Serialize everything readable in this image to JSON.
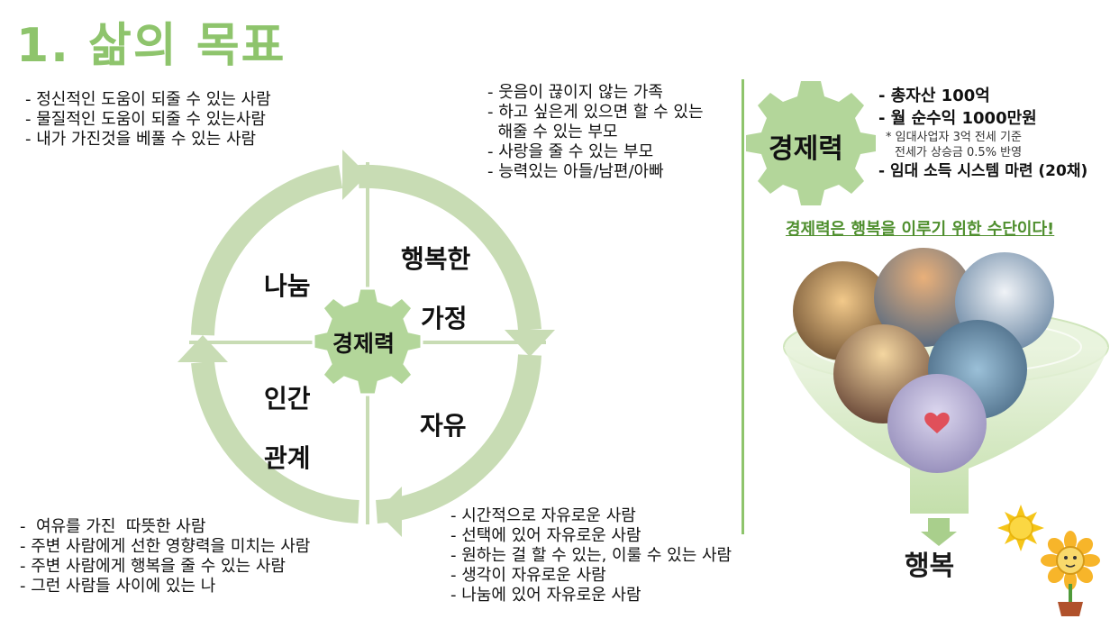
{
  "title": "1. 삶의 목표",
  "quadrants": {
    "top_right_line1": "행복한",
    "top_right_line2": "가정",
    "top_left": "나눔",
    "bottom_left_line1": "인간",
    "bottom_left_line2": "관계",
    "bottom_right": "자유",
    "center": "경제력"
  },
  "lists": {
    "sharing": [
      "- 정신적인 도움이 되줄 수 있는 사람",
      "- 물질적인 도움이 되줄 수 있는사람",
      "- 내가 가진것을 베풀 수 있는 사람"
    ],
    "family": [
      "- 웃음이 끊이지 않는 가족",
      "- 하고 싶은게 있으면 할 수 있는",
      "  해줄 수 있는 부모",
      "- 사랑을 줄 수 있는 부모",
      "- 능력있는 아들/남편/아빠"
    ],
    "relationships": [
      "-  여유를 가진  따뜻한 사람",
      "- 주변 사람에게 선한 영향력을 미치는 사람",
      "- 주변 사람에게 행복을 줄 수 있는 사람",
      "- 그런 사람들 사이에 있는 나"
    ],
    "freedom": [
      "- 시간적으로 자유로운 사람",
      "- 선택에 있어 자유로운 사람",
      "- 원하는 걸 할 수 있는, 이룰 수 있는 사람",
      "- 생각이 자유로운 사람",
      "- 나눔에 있어 자유로운 사람"
    ]
  },
  "economic": {
    "label": "경제력",
    "total_assets": "- 총자산 100억",
    "monthly_income": "- 월 순수익 1000만원",
    "note_line1": "* 임대사업자 3억 전세 기준",
    "note_line2": "전세가 상승금 0.5% 반영",
    "rental_system": "- 임대 소득 시스템 마련 (20채)",
    "slogan": "경제력은 행복을 이루기 위한 수단이다!",
    "result": "행복"
  },
  "colors": {
    "title_green": "#8ec46c",
    "cycle_green": "#c8dcb4",
    "gear_green": "#b3d69a",
    "divider_green": "#8ec46c",
    "slogan_green": "#4f8f2e"
  },
  "icons": [
    "sun-icon",
    "sunflower-icon",
    "down-arrow-icon",
    "funnel-icon"
  ]
}
